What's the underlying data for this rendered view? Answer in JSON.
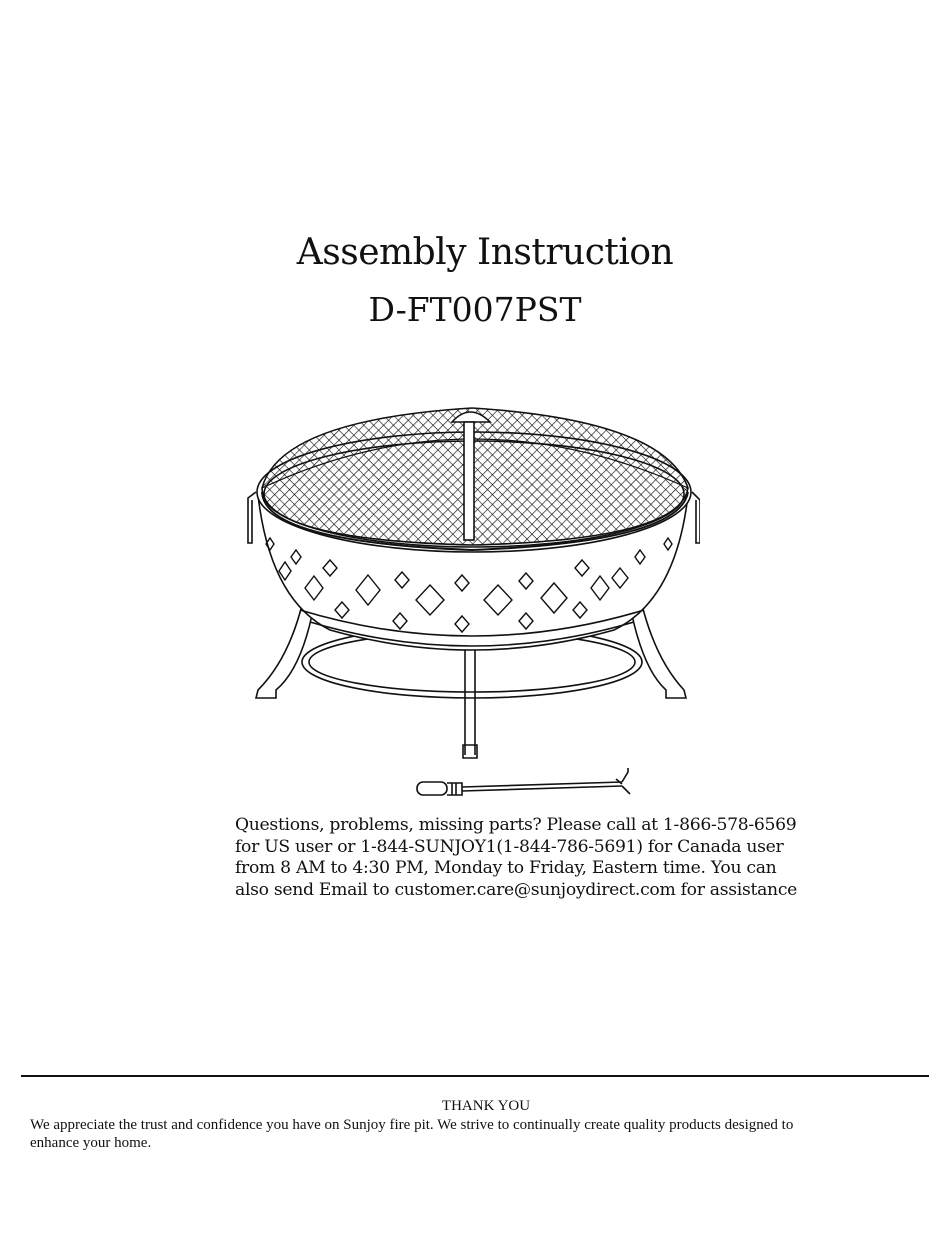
{
  "header": {
    "title": "Assembly Instruction",
    "model": "D-FT007PST"
  },
  "illustration": {
    "subject": "fire-pit-with-mesh-screen-and-poker-icon"
  },
  "contact": {
    "lines": [
      "Questions, problems, missing parts? Please call at 1-866-578-6569",
      "for US user or 1-844-SUNJOY1(1-844-786-5691) for Canada user",
      "from 8 AM to 4:30 PM, Monday to Friday, Eastern time. You can",
      "also send Email to customer.care@sunjoydirect.com for assistance"
    ]
  },
  "footer": {
    "heading": "THANK YOU",
    "lines": [
      "We appreciate the trust and confidence you have on Sunjoy fire pit. We strive to continually create quality  products designed to",
      "enhance your home."
    ]
  }
}
